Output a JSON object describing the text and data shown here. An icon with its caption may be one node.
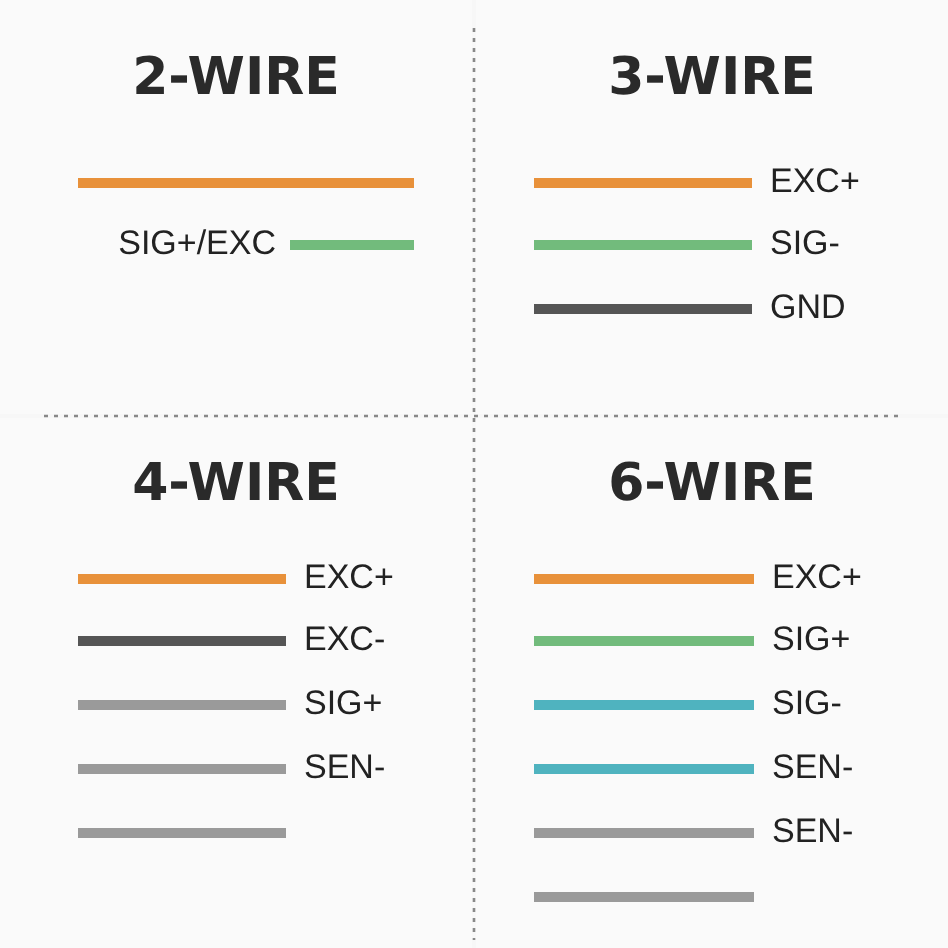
{
  "diagram": {
    "nodes": [
      {
        "text": [
          "2-WIRE"
        ]
      },
      {
        "text": [],
        "shape": "bar",
        "in": 0
      },
      {
        "text": [],
        "shape": "bar",
        "in": 0,
        "beside": [
          "SIG+/EXC"
        ]
      },
      {
        "text": [
          "3-WIRE"
        ]
      },
      {
        "text": [],
        "shape": "bar",
        "in": 3,
        "beside": [
          "EXC+"
        ]
      },
      {
        "text": [],
        "shape": "bar",
        "in": 3,
        "beside": [
          "SIG-"
        ]
      },
      {
        "text": [],
        "shape": "bar",
        "in": 3,
        "beside": [
          "GND"
        ]
      },
      {
        "text": [
          "4-WIRE"
        ]
      },
      {
        "text": [],
        "shape": "bar",
        "in": 7,
        "beside": [
          "EXC+"
        ]
      },
      {
        "text": [],
        "shape": "bar",
        "in": 7,
        "beside": [
          "EXC-"
        ]
      },
      {
        "text": [],
        "shape": "bar",
        "in": 7,
        "beside": [
          "SIG+"
        ]
      },
      {
        "text": [],
        "shape": "bar",
        "in": 7,
        "beside": [
          "SEN-"
        ]
      },
      {
        "text": [],
        "shape": "bar",
        "in": 7
      },
      {
        "text": [
          "6-WIRE"
        ]
      },
      {
        "text": [],
        "shape": "bar",
        "in": 13,
        "beside": [
          "EXC+"
        ]
      },
      {
        "text": [],
        "shape": "bar",
        "in": 13,
        "beside": [
          "SIG+"
        ]
      },
      {
        "text": [],
        "shape": "bar",
        "in": 13,
        "beside": [
          "SIG-"
        ]
      },
      {
        "text": [],
        "shape": "bar",
        "in": 13,
        "beside": [
          "SEN-"
        ]
      },
      {
        "text": [],
        "shape": "bar",
        "in": 13,
        "beside": [
          "SEN-"
        ]
      },
      {
        "text": [],
        "shape": "bar",
        "in": 13
      }
    ]
  }
}
